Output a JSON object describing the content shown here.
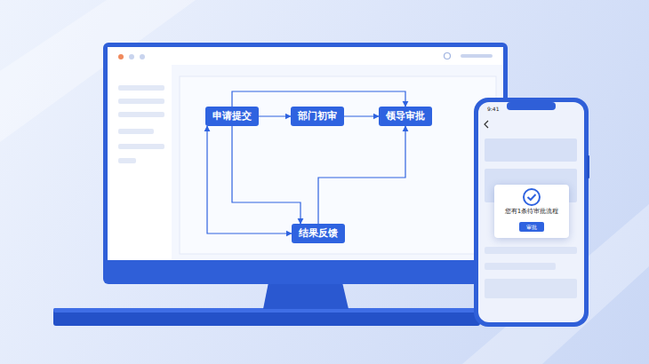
{
  "diagram": {
    "nodes": [
      {
        "text": [
          "申请提交"
        ]
      },
      {
        "text": [
          "部门初审"
        ]
      },
      {
        "text": [
          "领导审批"
        ]
      },
      {
        "text": [
          "结果反馈"
        ]
      },
      {
        "text": [
          "您有1条待审批流程"
        ]
      },
      {
        "text": [
          "审批"
        ],
        "in": 4
      }
    ],
    "edges": [
      {
        "from": 0,
        "to": 1,
        "arrow": "to"
      },
      {
        "from": 1,
        "to": 2,
        "arrow": "to"
      },
      {
        "from": 0,
        "to": 2,
        "arrow": "to"
      },
      {
        "from": 3,
        "to": 0,
        "arrow": "both"
      },
      {
        "from": 3,
        "to": 2,
        "arrow": "to"
      },
      {
        "from": 0,
        "to": 3,
        "arrow": "to"
      }
    ],
    "labels": [
      "9:41"
    ]
  }
}
